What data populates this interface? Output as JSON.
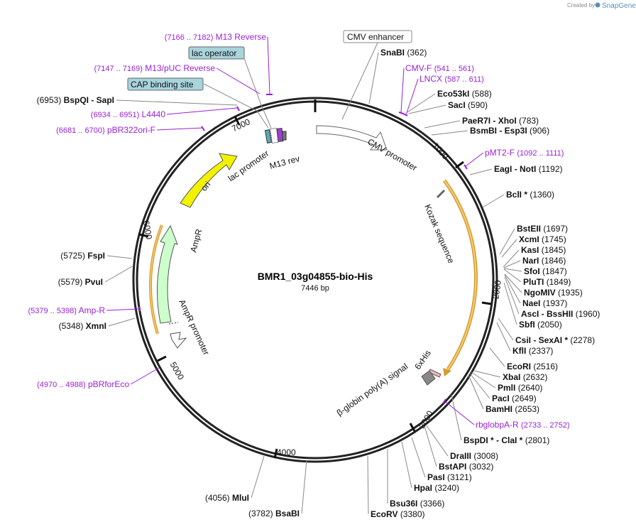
{
  "credit": {
    "prefix": "Created by",
    "brand": "SnapGene"
  },
  "plasmid": {
    "name": "BMR1_03g04855-bio-His",
    "length": "7446 bp"
  },
  "ticks": [
    "1000",
    "2000",
    "3000",
    "4000",
    "5000",
    "6000",
    "7000"
  ],
  "features": {
    "cmv_enhancer": "CMV enhancer",
    "lac_operator": "lac operator",
    "cap_site": "CAP binding site",
    "cmv_promoter": "CMV promoter",
    "kozak": "Kozak sequence",
    "sixhis": "6xHis",
    "polya": "β-globin poly(A) signal",
    "ori": "ori",
    "ampr": "AmpR",
    "ampr_promoter": "AmpR promoter",
    "lac_promoter": "lac promoter",
    "m13rev": "M13 rev"
  },
  "sites": [
    {
      "name": "SnaBI",
      "pos": "(362)"
    },
    {
      "name": "Eco53kI",
      "pos": "(588)"
    },
    {
      "name": "SacI",
      "pos": "(590)"
    },
    {
      "name": "PaeR7I",
      "name2": "XhoI",
      "pos": "(783)"
    },
    {
      "name": "BsmBI",
      "name2": "Esp3I",
      "pos": "(906)"
    },
    {
      "name": "EagI",
      "name2": "NotI",
      "pos": "(1192)"
    },
    {
      "name": "BclI *",
      "pos": "(1360)"
    },
    {
      "name": "BstEII",
      "pos": "(1697)"
    },
    {
      "name": "XcmI",
      "pos": "(1745)"
    },
    {
      "name": "KasI",
      "pos": "(1845)"
    },
    {
      "name": "NarI",
      "pos": "(1846)"
    },
    {
      "name": "SfoI",
      "pos": "(1847)"
    },
    {
      "name": "PluTI",
      "pos": "(1849)"
    },
    {
      "name": "NgoMIV",
      "pos": "(1935)"
    },
    {
      "name": "NaeI",
      "pos": "(1937)"
    },
    {
      "name": "AscI",
      "name2": "BssHII",
      "pos": "(1960)"
    },
    {
      "name": "SbfI",
      "pos": "(2050)"
    },
    {
      "name": "CsiI",
      "name2": "SexAI *",
      "pos": "(2278)"
    },
    {
      "name": "KflI",
      "pos": "(2337)"
    },
    {
      "name": "EcoRI",
      "pos": "(2516)"
    },
    {
      "name": "XbaI",
      "pos": "(2632)"
    },
    {
      "name": "PmlI",
      "pos": "(2640)"
    },
    {
      "name": "PacI",
      "pos": "(2649)"
    },
    {
      "name": "BamHI",
      "pos": "(2653)"
    },
    {
      "name": "BspDI *",
      "name2": "ClaI *",
      "pos": "(2801)"
    },
    {
      "name": "DraIII",
      "pos": "(3008)"
    },
    {
      "name": "BstAPI",
      "pos": "(3032)"
    },
    {
      "name": "PasI",
      "pos": "(3121)"
    },
    {
      "name": "HpaI",
      "pos": "(3240)"
    },
    {
      "name": "Bsu36I",
      "pos": "(3366)"
    },
    {
      "name": "EcoRV",
      "pos": "(3380)"
    },
    {
      "name": "BsaBI",
      "pos": "(3782)"
    },
    {
      "name": "MluI",
      "pos": "(4056)"
    },
    {
      "name": "XmnI",
      "pos": "(5348)"
    },
    {
      "name": "PvuI",
      "pos": "(5579)"
    },
    {
      "name": "FspI",
      "pos": "(5725)"
    },
    {
      "name": "BspQI",
      "name2": "SapI",
      "pos": "(6953)"
    }
  ],
  "primers": [
    {
      "name": "M13 Reverse",
      "range": "(7166 .. 7182)"
    },
    {
      "name": "M13/pUC Reverse",
      "range": "(7147 .. 7169)"
    },
    {
      "name": "L4440",
      "range": "(6934 .. 6951)"
    },
    {
      "name": "pBR322ori-F",
      "range": "(6681 .. 6700)"
    },
    {
      "name": "CMV-F",
      "range": "(541 .. 561)"
    },
    {
      "name": "LNCX",
      "range": "(587 .. 611)"
    },
    {
      "name": "pMT2-F",
      "range": "(1092 .. 1111)"
    },
    {
      "name": "rbglobpA-R",
      "range": "(2733 .. 2752)"
    },
    {
      "name": "Amp-R",
      "range": "(5379 .. 5398)"
    },
    {
      "name": "pBRforEco",
      "range": "(4970 .. 4988)"
    }
  ]
}
